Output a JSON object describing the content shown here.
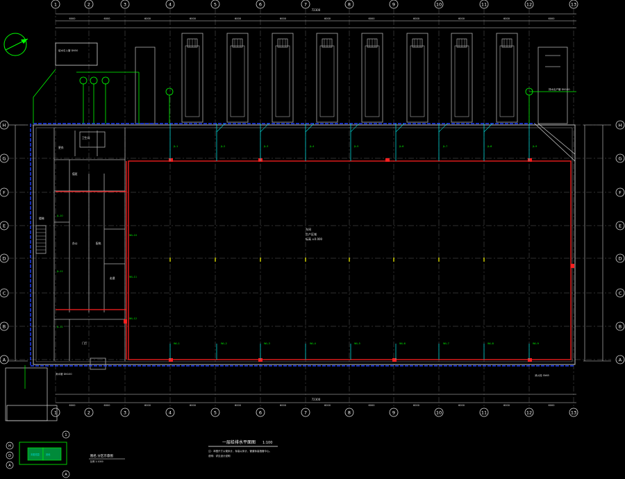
{
  "drawing": {
    "title": "一层给排水平面图",
    "scale": "1:100",
    "note_line1": "注：本图尺寸以毫米计，标高以米计，管道标高指管中心。",
    "note_line2": "说明：详见设计说明",
    "keyplan_title": "图名 分区示意图",
    "keyplan_sub": "比例 1:1000",
    "keyplan_label_a": "本图范围",
    "keyplan_label_b": "其他",
    "hall_label_1": "车间",
    "hall_label_2": "生产区域",
    "hall_label_3": "标高 ±0.000"
  },
  "grid": {
    "top_axes": [
      "1",
      "2",
      "3",
      "4",
      "5",
      "6",
      "7",
      "8",
      "9",
      "10",
      "11",
      "12",
      "13"
    ],
    "side_axes": [
      "H",
      "G",
      "F",
      "E",
      "D",
      "C",
      "B",
      "A"
    ],
    "overall_dim": "72300",
    "bay_dim": "6000"
  },
  "pipe_tags": [
    "JL-1",
    "JL-2",
    "JL-3",
    "JL-4",
    "JL-5",
    "JL-6",
    "JL-7",
    "JL-8",
    "JL-9",
    "JL-10",
    "JL-11",
    "JL-12",
    "WL-1",
    "WL-2",
    "WL-3",
    "WL-4",
    "WL-5",
    "WL-6",
    "WL-7",
    "WL-8",
    "WL-9",
    "WL-10",
    "WL-11",
    "WL-12"
  ],
  "room_labels": [
    "卫生间",
    "更衣",
    "值班",
    "配电",
    "办公",
    "走道",
    "门厅",
    "楼梯"
  ],
  "callouts": [
    "给水引入管 DN50",
    "排水出户管 DN100",
    "雨水管 DN100",
    "消火栓 SN65"
  ],
  "colors": {
    "background": "#000000",
    "wall": "#b0b0b0",
    "water_supply": "#ff2020",
    "drainage": "#2040ff",
    "branch": "#00d8d8",
    "label": "#00ff00"
  }
}
